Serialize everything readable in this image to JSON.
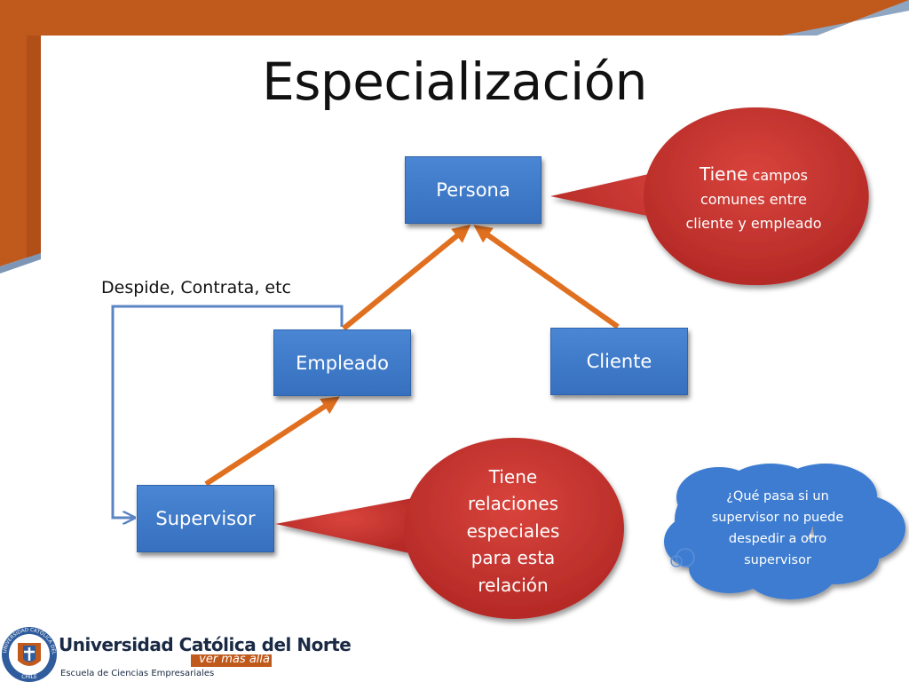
{
  "title": "Especialización",
  "colors": {
    "frame_orange": "#c0591c",
    "frame_blue": "#7d96b5",
    "box_blue": "#4080d0",
    "arrow_orange": "#e07020",
    "connector_blue": "#5b84c4",
    "callout_red": "#c8352f",
    "cloud_blue": "#3d7bd0"
  },
  "nodes": {
    "persona": "Persona",
    "empleado": "Empleado",
    "cliente": "Cliente",
    "supervisor": "Supervisor"
  },
  "self_relation_label": "Despide, Contrata, etc",
  "callouts": {
    "persona": {
      "lead": "Tiene",
      "rest": "campos comunes entre cliente y empleado"
    },
    "supervisor": "Tiene relaciones especiales para esta relación"
  },
  "thought_cloud": "¿Qué pasa si un supervisor no puede despedir a otro supervisor",
  "logo": {
    "name": "Universidad Católica del Norte",
    "tagline": "ver más allá",
    "school": "Escuela de Ciencias Empresariales",
    "seal_text": "UNIVERSIDAD CATÓLICA DEL NORTE",
    "seal_country": "CHILE"
  }
}
